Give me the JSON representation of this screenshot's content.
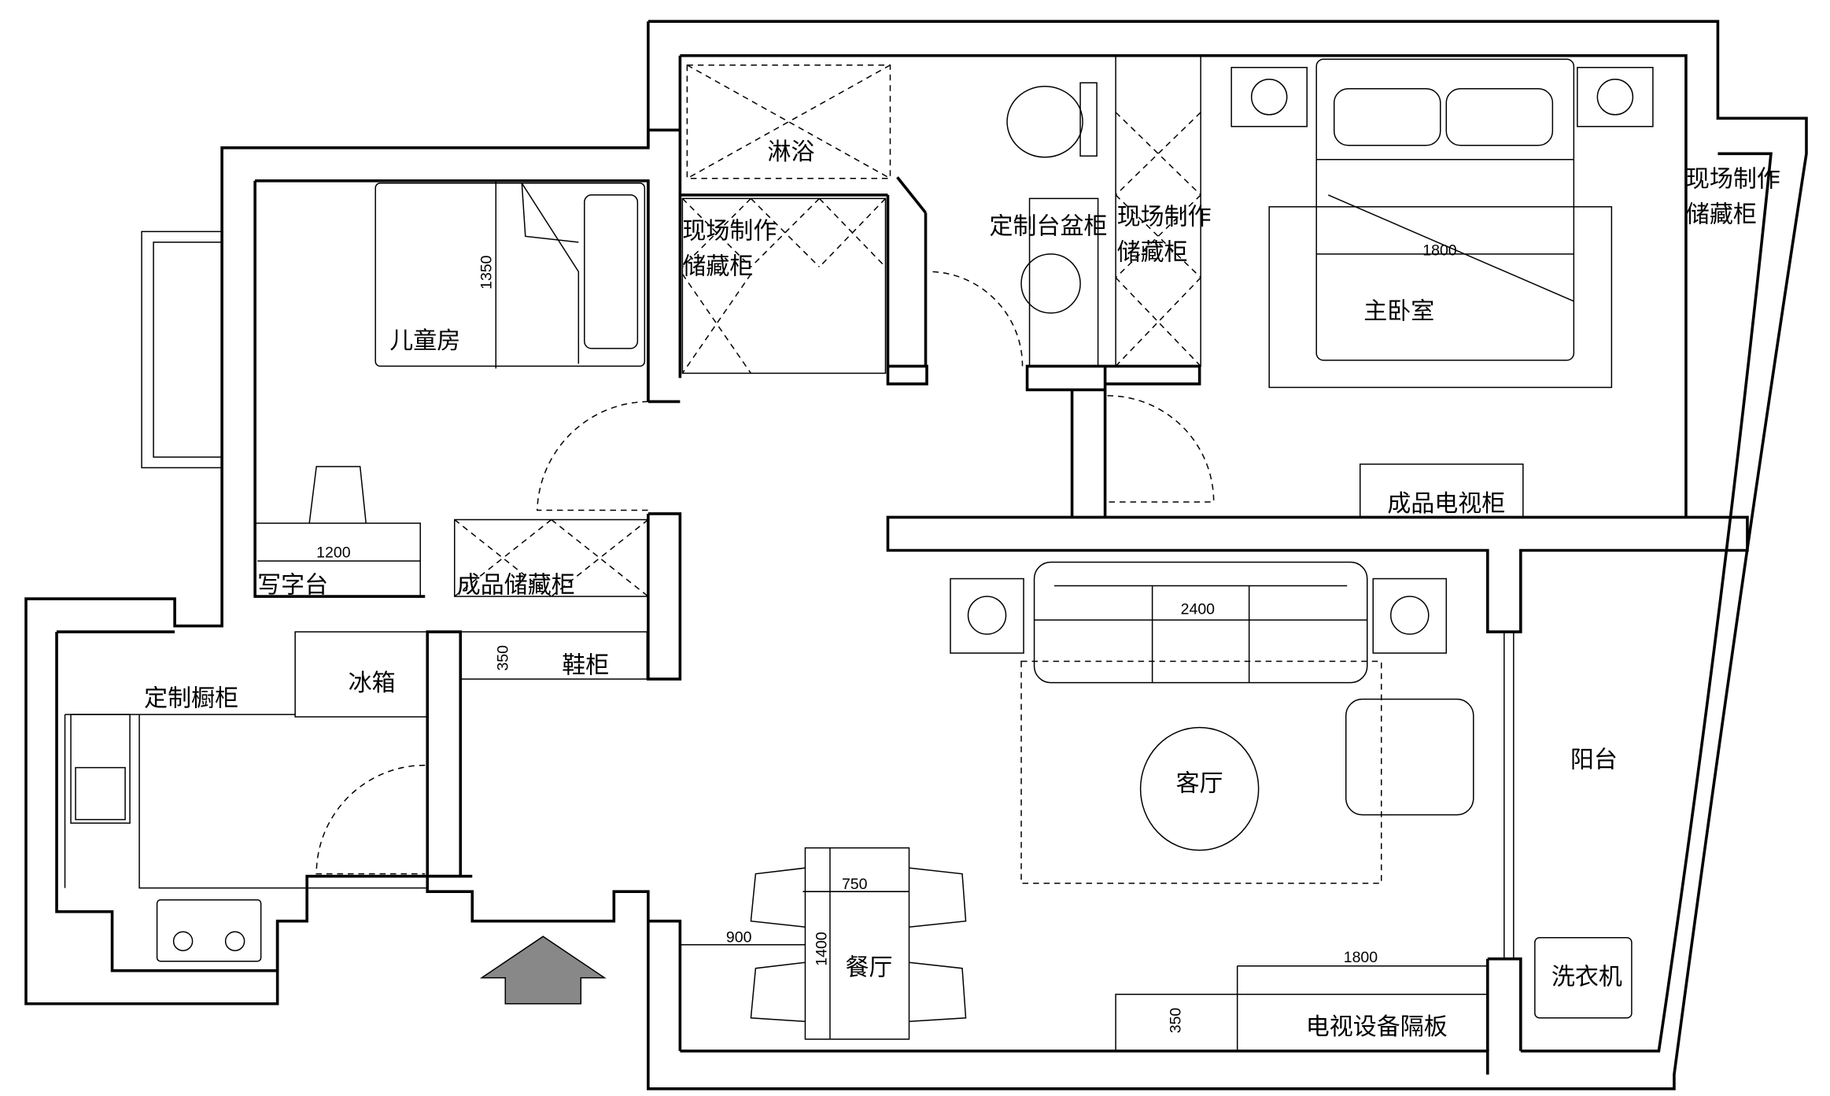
{
  "rooms": {
    "shower": "淋浴",
    "storage_site_1": [
      "现场制作",
      "储藏柜"
    ],
    "vanity": "定制台盆柜",
    "storage_site_2": [
      "现场制作",
      "储藏柜"
    ],
    "master_bedroom": "主卧室",
    "storage_site_3": [
      "现场制作",
      "储藏柜"
    ],
    "tv_cabinet": "成品电视柜",
    "kids_room": "儿童房",
    "desk": "写字台",
    "storage_finished": "成品储藏柜",
    "kitchen_cabinet": "定制橱柜",
    "fridge": "冰箱",
    "shoe_cabinet": "鞋柜",
    "living_room": "客厅",
    "balcony": "阳台",
    "dining_room": "餐厅",
    "tv_shelf": "电视设备隔板",
    "washer": "洗衣机"
  },
  "dimensions": {
    "master_bed_width": "1800",
    "kids_bed_length": "1350",
    "desk_length": "1200",
    "shoe_depth": "350",
    "sofa_length": "2400",
    "table_width": "750",
    "table_offset": "900",
    "table_length": "1400",
    "tv_shelf_length": "1800",
    "tv_shelf_depth": "350"
  }
}
